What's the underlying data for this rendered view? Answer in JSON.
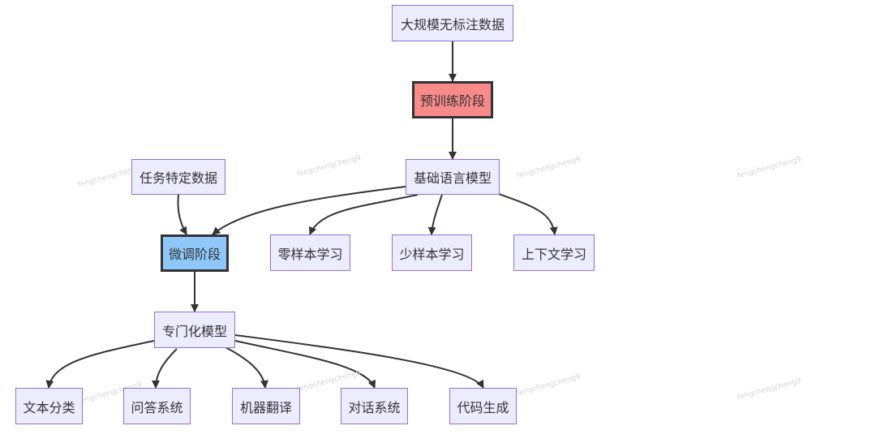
{
  "nodes": {
    "raw_data": "大规模无标注数据",
    "pretrain": "预训练阶段",
    "base_model": "基础语言模型",
    "task_data": "任务特定数据",
    "finetune": "微调阶段",
    "zero_shot": "零样本学习",
    "few_shot": "少样本学习",
    "in_context": "上下文学习",
    "specialized": "专门化模型",
    "text_cls": "文本分类",
    "qa": "问答系统",
    "mt": "机器翻译",
    "dialog": "对话系统",
    "codegen": "代码生成"
  },
  "watermark": "fengchengcheng9",
  "colors": {
    "node_fill": "#ececff",
    "node_border": "#9370db",
    "pretrain_fill": "#f88a8a",
    "finetune_fill": "#8fc8f8",
    "highlight_border": "#333333",
    "edge": "#333333"
  }
}
